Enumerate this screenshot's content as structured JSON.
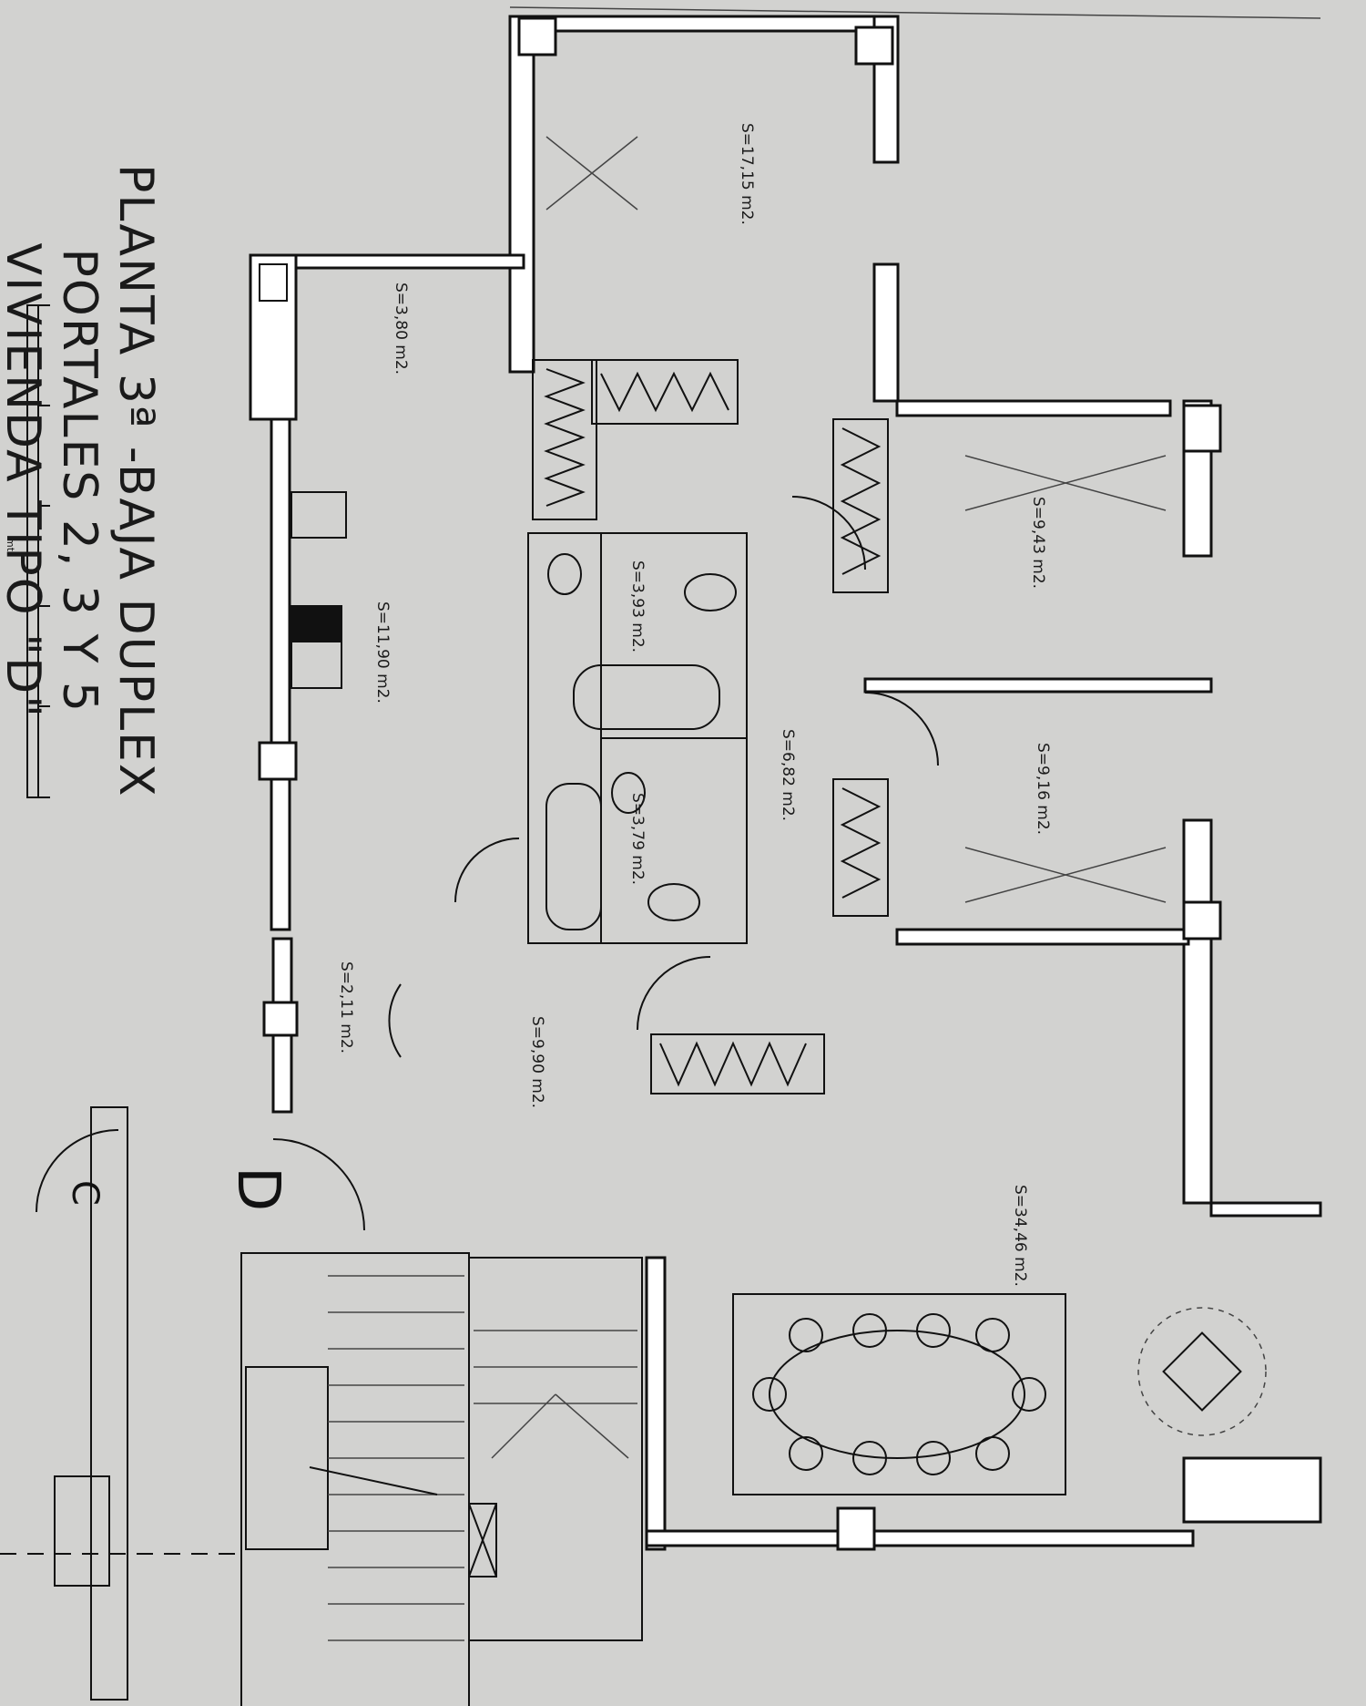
{
  "title": {
    "line1": "PLANTA 3ª -BAJA DUPLEX",
    "line2": "PORTALES 2, 3 Y 5",
    "line3": "VIVIENDA TIPO \"D\""
  },
  "rooms": [
    {
      "id": "bedroom-top",
      "area": "S=17,15 m2."
    },
    {
      "id": "terrace-top",
      "area": "S=3,80 m2."
    },
    {
      "id": "kitchen",
      "area": "S=11,90 m2."
    },
    {
      "id": "bathroom-1",
      "area": "S=3,93 m2."
    },
    {
      "id": "bathroom-2",
      "area": "S=3,79 m2."
    },
    {
      "id": "hall",
      "area": "S=6,82 m2."
    },
    {
      "id": "bedroom-a",
      "area": "S=9,43 m2."
    },
    {
      "id": "bedroom-b",
      "area": "S=9,16 m2."
    },
    {
      "id": "lobby",
      "area": "S=2,11 m2."
    },
    {
      "id": "corridor",
      "area": "S=9,90 m2."
    },
    {
      "id": "living",
      "area": "S=34,46 m2."
    }
  ],
  "unit_labels": {
    "this_unit": "D",
    "adjacent_unit": "C"
  },
  "scale_bar": {
    "label": "mts"
  },
  "colors": {
    "paper": "#d2d2d0",
    "ink": "#111111"
  }
}
